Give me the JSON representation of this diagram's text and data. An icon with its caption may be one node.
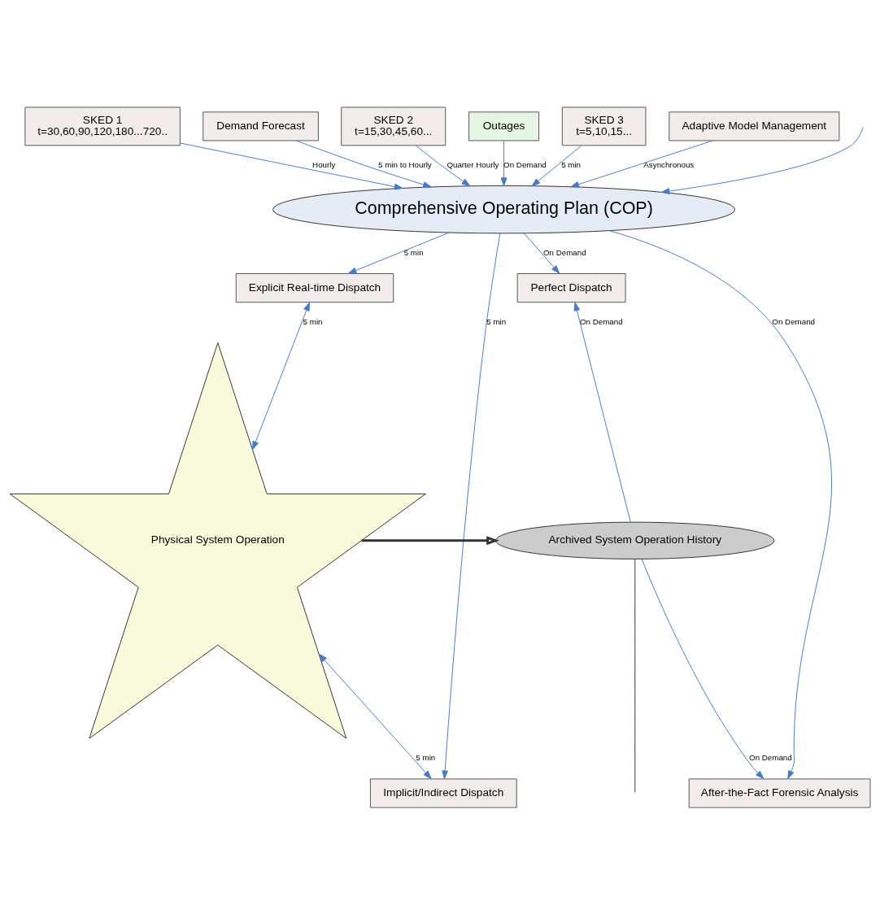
{
  "diagram": {
    "nodes": [
      {
        "text": [
          "SKED 1",
          "t=30,60,90,120,180...720.."
        ]
      },
      {
        "text": [
          "Demand Forecast"
        ]
      },
      {
        "text": [
          "SKED 2",
          "t=15,30,45,60..."
        ]
      },
      {
        "text": [
          "Outages"
        ]
      },
      {
        "text": [
          "SKED 3",
          "t=5,10,15..."
        ]
      },
      {
        "text": [
          "Adaptive Model Management"
        ]
      },
      {
        "text": [
          "Comprehensive Operating Plan (COP)"
        ]
      },
      {
        "text": [
          "Explicit Real-time Dispatch"
        ]
      },
      {
        "text": [
          "Perfect Dispatch"
        ]
      },
      {
        "text": [
          "Implicit/Indirect Dispatch"
        ]
      },
      {
        "text": [
          "After-the-Fact Forensic Analysis"
        ]
      },
      {
        "text": [
          "Physical System Operation"
        ]
      },
      {
        "text": [
          "Archived System Operation History"
        ]
      }
    ],
    "edges": [
      {
        "from": 0,
        "to": 6,
        "arrow": "to",
        "label": "Hourly"
      },
      {
        "from": 2,
        "to": 6,
        "arrow": "to",
        "label": "Quarter Hourly"
      },
      {
        "from": 4,
        "to": 6,
        "arrow": "to",
        "label": "5 min"
      },
      {
        "from": 1,
        "to": 6,
        "arrow": "to",
        "label": "5 min to Hourly"
      },
      {
        "from": 3,
        "to": 6,
        "arrow": "to",
        "label": "On Demand"
      },
      {
        "from": 5,
        "to": 6,
        "arrow": "to",
        "label": "Asynchronous"
      },
      {
        "from": null,
        "to": 6,
        "arrow": "to"
      },
      {
        "from": 6,
        "to": 7,
        "arrow": "to",
        "label": "5 min"
      },
      {
        "from": 6,
        "to": 9,
        "arrow": "to",
        "label": "5 min"
      },
      {
        "from": 6,
        "to": 10,
        "arrow": "to",
        "label": "On Demand"
      },
      {
        "from": 6,
        "to": 8,
        "arrow": "to",
        "label": "On Demand"
      },
      {
        "from": 7,
        "to": 11,
        "arrow": "both",
        "label": "5 min"
      },
      {
        "from": 9,
        "to": 11,
        "arrow": "both",
        "label": "5 min"
      },
      {
        "from": 11,
        "to": 12,
        "arrow": "to",
        "style": "thick",
        "color": "#333333"
      },
      {
        "from": 12,
        "to": 10,
        "arrow": "to",
        "label": "On Demand"
      },
      {
        "from": 12,
        "to": 8,
        "arrow": "to",
        "label": "On Demand"
      },
      {
        "from": 12,
        "to": null,
        "arrow": "none",
        "color": "#333333"
      }
    ]
  }
}
